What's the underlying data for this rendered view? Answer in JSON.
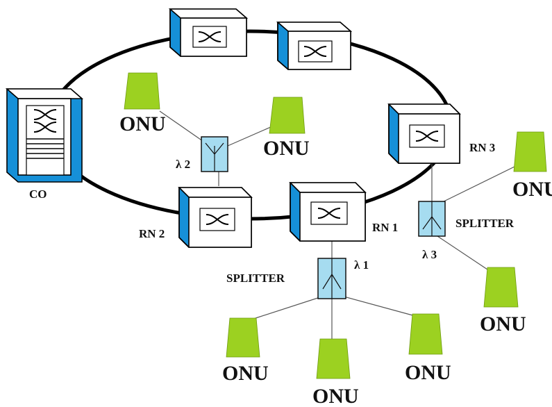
{
  "labels": {
    "co": "CO",
    "rn1": "RN 1",
    "rn2": "RN 2",
    "rn3": "RN 3",
    "splitter_1": "SPLITTER",
    "splitter_3": "SPLITTER",
    "lambda_1": "λ 1",
    "lambda_2": "λ 2",
    "lambda_3": "λ 3",
    "onu": "ONU"
  },
  "colors": {
    "node_blue": "#1690d8",
    "onu_green": "#9cd121",
    "splitter_blue": "#a6dcf0"
  }
}
